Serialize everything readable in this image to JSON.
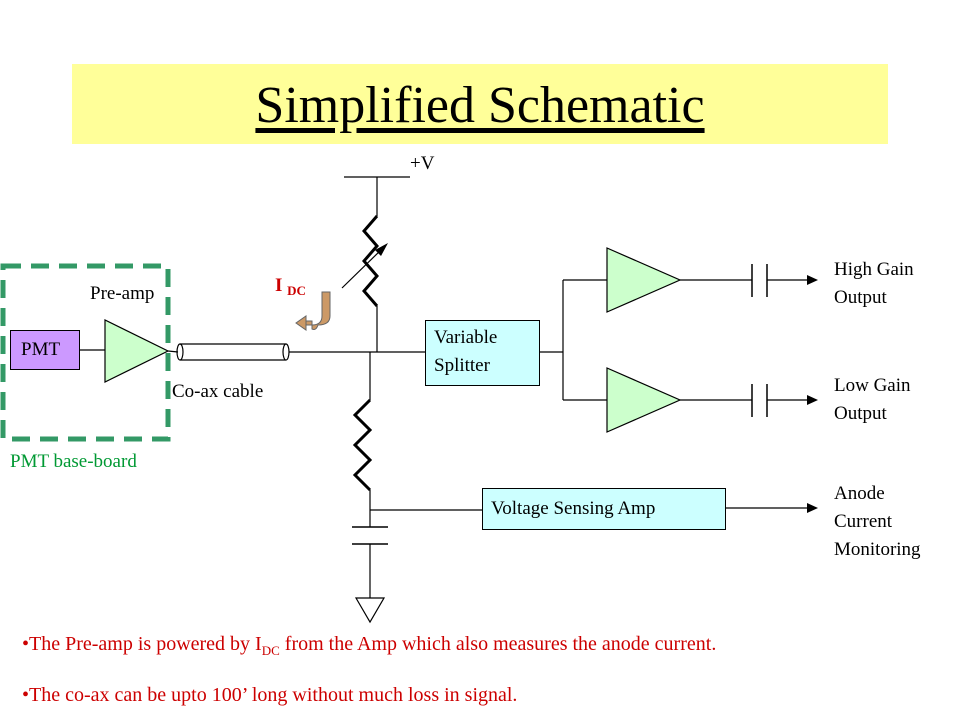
{
  "title": "Simplified Schematic",
  "labels": {
    "supply": "+V",
    "current_main": "I",
    "current_sub": "DC",
    "preamp": "Pre-amp",
    "coax": "Co-ax cable",
    "baseboard": "PMT base-board",
    "high_gain": "High Gain\nOutput",
    "low_gain": "Low Gain\nOutput",
    "anode": "Anode\nCurrent\nMonitoring"
  },
  "boxes": {
    "pmt": "PMT",
    "splitter": "Variable\nSplitter",
    "vsa": "Voltage Sensing Amp"
  },
  "notes": [
    {
      "pre": "•The Pre-amp is powered by I",
      "sub": "DC",
      "post": " from the Amp which also measures the anode current."
    },
    {
      "pre": "•The co-ax can be upto 100’ long without much loss in signal.",
      "sub": "",
      "post": ""
    }
  ],
  "colors": {
    "title_band": "#ffff99",
    "pmt_box": "#cc99ff",
    "amp_fill": "#ccffcc",
    "splitter_box": "#ccffff",
    "baseboard": "#339966",
    "notes_text": "#cc0000",
    "current_arrow": "#cc9966"
  }
}
